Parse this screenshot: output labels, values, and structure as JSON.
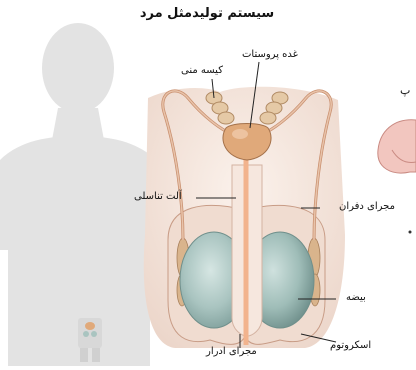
{
  "title": "سیستم تولیدمثل مرد",
  "labels": {
    "prostate": "غده پروستات",
    "seminal_vesicle": "کیسه منی",
    "penis": "آلت تناسلی",
    "vas_deferens": "مجرای دفران",
    "testis": "بیضه",
    "scrotum": "اسکروتوم",
    "urethra": "مجرای ادرار"
  },
  "edge_fragment": "پ",
  "colors": {
    "silhouette": "#e3e3e3",
    "skin": "#f3e4dc",
    "testis": "#a9c4c0",
    "prostate": "#e0a97a",
    "duct": "#c98f6e",
    "urethra": "#f2b38d"
  }
}
